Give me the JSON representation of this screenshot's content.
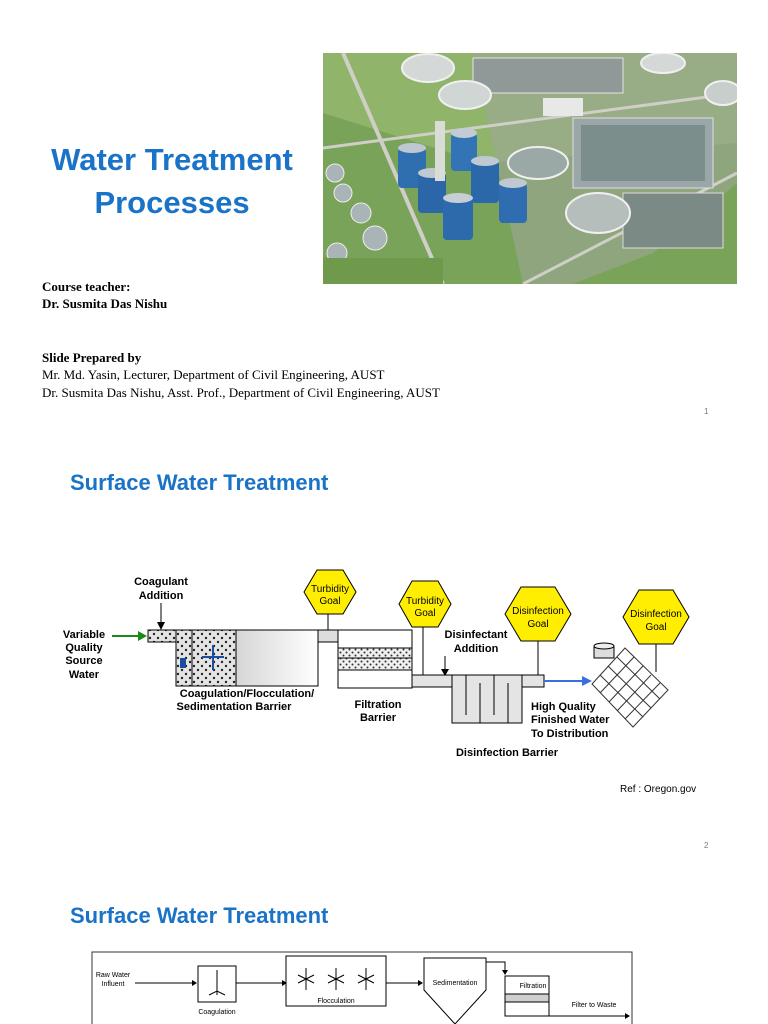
{
  "slide1": {
    "title_line1": "Water Treatment",
    "title_line2": "Processes",
    "teacher_label": "Course teacher:",
    "teacher_name": "Dr. Susmita Das Nishu",
    "prepared_label": "Slide Prepared by",
    "preparer1": "Mr. Md. Yasin, Lecturer, Department of Civil Engineering, AUST",
    "preparer2": "Dr. Susmita Das Nishu, Asst. Prof., Department of Civil Engineering, AUST",
    "page_number": "1"
  },
  "slide2": {
    "title": "Surface Water Treatment",
    "reference": "Ref : Oregon.gov",
    "page_number": "2",
    "diagram": {
      "coagulant_l1": "Coagulant",
      "coagulant_l2": "Addition",
      "source_l1": "Variable",
      "source_l2": "Quality",
      "source_l3": "Source",
      "source_l4": "Water",
      "turbidity1_l1": "Turbidity",
      "turbidity1_l2": "Goal",
      "turbidity2_l1": "Turbidity",
      "turbidity2_l2": "Goal",
      "disinfection1_l1": "Disinfection",
      "disinfection1_l2": "Goal",
      "disinfection2_l1": "Disinfection",
      "disinfection2_l2": "Goal",
      "disinfectant_l1": "Disinfectant",
      "disinfectant_l2": "Addition",
      "coag_barrier_l1": "Coagulation/Flocculation/",
      "coag_barrier_l2": "Sedimentation Barrier",
      "filtration_l1": "Filtration",
      "filtration_l2": "Barrier",
      "finished_l1": "High Quality",
      "finished_l2": "Finished Water",
      "finished_l3": "To Distribution",
      "disinfection_barrier": "Disinfection Barrier"
    },
    "colors": {
      "hexagon": "#ffee00",
      "inflow_arrow": "#1a8a1a",
      "outflow_arrow": "#3a6fe0"
    }
  },
  "slide3": {
    "title": "Surface Water Treatment",
    "diagram": {
      "raw_l1": "Raw Water",
      "raw_l2": "Influent",
      "coagulation": "Coagulation",
      "flocculation": "Flocculation",
      "sedimentation": "Sedimentation",
      "filtration": "Filtration",
      "filter_waste": "Filter to Waste"
    }
  }
}
